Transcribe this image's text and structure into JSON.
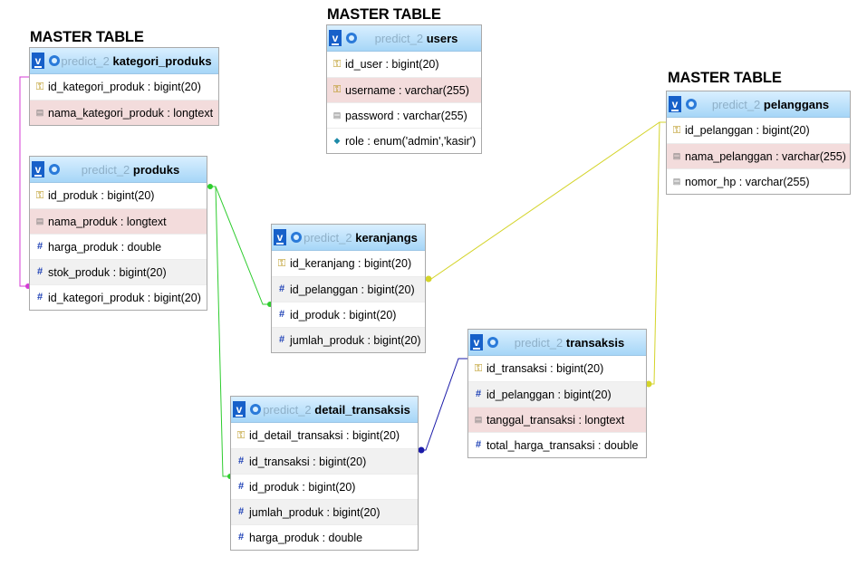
{
  "labels": {
    "master_1": "MASTER TABLE",
    "master_2": "MASTER TABLE",
    "master_3": "MASTER TABLE"
  },
  "db_name": "predict_2",
  "tables": {
    "kategori_produks": {
      "name": "kategori_produks",
      "fields": [
        {
          "text": "id_kategori_produk : bigint(20)",
          "icon": "key"
        },
        {
          "text": "nama_kategori_produk : longtext",
          "icon": "text"
        }
      ]
    },
    "users": {
      "name": "users",
      "fields": [
        {
          "text": "id_user : bigint(20)",
          "icon": "key"
        },
        {
          "text": "username : varchar(255)",
          "icon": "key"
        },
        {
          "text": "password : varchar(255)",
          "icon": "text"
        },
        {
          "text": "role : enum('admin','kasir')",
          "icon": "enum"
        }
      ]
    },
    "pelanggans": {
      "name": "pelanggans",
      "fields": [
        {
          "text": "id_pelanggan : bigint(20)",
          "icon": "key"
        },
        {
          "text": "nama_pelanggan : varchar(255)",
          "icon": "text"
        },
        {
          "text": "nomor_hp : varchar(255)",
          "icon": "text"
        }
      ]
    },
    "produks": {
      "name": "produks",
      "fields": [
        {
          "text": "id_produk : bigint(20)",
          "icon": "key"
        },
        {
          "text": "nama_produk : longtext",
          "icon": "text"
        },
        {
          "text": "harga_produk : double",
          "icon": "hash"
        },
        {
          "text": "stok_produk : bigint(20)",
          "icon": "hash"
        },
        {
          "text": "id_kategori_produk : bigint(20)",
          "icon": "hash"
        }
      ]
    },
    "keranjangs": {
      "name": "keranjangs",
      "fields": [
        {
          "text": "id_keranjang : bigint(20)",
          "icon": "key"
        },
        {
          "text": "id_pelanggan : bigint(20)",
          "icon": "hash"
        },
        {
          "text": "id_produk : bigint(20)",
          "icon": "hash"
        },
        {
          "text": "jumlah_produk : bigint(20)",
          "icon": "hash"
        }
      ]
    },
    "transaksis": {
      "name": "transaksis",
      "fields": [
        {
          "text": "id_transaksi : bigint(20)",
          "icon": "key"
        },
        {
          "text": "id_pelanggan : bigint(20)",
          "icon": "hash"
        },
        {
          "text": "tanggal_transaksi : longtext",
          "icon": "text"
        },
        {
          "text": "total_harga_transaksi : double",
          "icon": "hash"
        }
      ]
    },
    "detail_transaksis": {
      "name": "detail_transaksis",
      "fields": [
        {
          "text": "id_detail_transaksi : bigint(20)",
          "icon": "key"
        },
        {
          "text": "id_transaksi : bigint(20)",
          "icon": "hash"
        },
        {
          "text": "id_produk : bigint(20)",
          "icon": "hash"
        },
        {
          "text": "jumlah_produk : bigint(20)",
          "icon": "hash"
        },
        {
          "text": "harga_produk : double",
          "icon": "hash"
        }
      ]
    }
  },
  "relation_colors": {
    "kategori": "#d43bd4",
    "produk": "#2ecc2e",
    "pelanggan": "#d4d42a",
    "transaksi": "#1a1aa8"
  }
}
